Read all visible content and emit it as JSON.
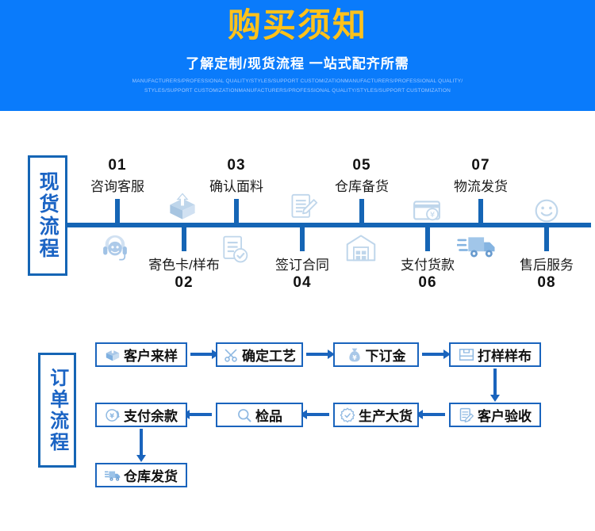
{
  "banner": {
    "title": "购买须知",
    "subtitle": "了解定制/现货流程 一站式配齐所需",
    "english": "MANUFACTURERS/PROFESSIONAL QUALITY/STYLES/SUPPORT CUSTOMIZATIONMANUFACTURERS/PROFESSIONAL QUALITY/STYLES/SUPPORT CUSTOMIZATIONMANUFACTURERS/PROFESSIONAL QUALITY/STYLES/SUPPORT CUSTOMIZATION",
    "bg_color": "#0a7bfb",
    "title_color": "#ffc21b"
  },
  "stock_flow": {
    "side_label": "现货流程",
    "accent_color": "#1565b5",
    "steps": [
      {
        "num": "01",
        "name": "咨询客服",
        "icon": "headset-support-icon",
        "position": "above"
      },
      {
        "num": "02",
        "name": "寄色卡/样布",
        "icon": "open-box-icon",
        "position": "below"
      },
      {
        "num": "03",
        "name": "确认面料",
        "icon": "document-check-icon",
        "position": "above"
      },
      {
        "num": "04",
        "name": "签订合同",
        "icon": "contract-pen-icon",
        "position": "below"
      },
      {
        "num": "05",
        "name": "仓库备货",
        "icon": "warehouse-icon",
        "position": "above"
      },
      {
        "num": "06",
        "name": "支付货款",
        "icon": "payment-card-icon",
        "position": "below"
      },
      {
        "num": "07",
        "name": "物流发货",
        "icon": "delivery-truck-icon",
        "position": "above"
      },
      {
        "num": "08",
        "name": "售后服务",
        "icon": "smiley-face-icon",
        "position": "below"
      }
    ]
  },
  "order_flow": {
    "side_label": "订单流程",
    "accent_color": "#1a64bd",
    "steps": [
      {
        "label": "客户来样",
        "icon": "sample-box-icon"
      },
      {
        "label": "确定工艺",
        "icon": "scissors-icon"
      },
      {
        "label": "下订金",
        "icon": "money-bag-icon"
      },
      {
        "label": "打样样布",
        "icon": "fabric-swatch-icon"
      },
      {
        "label": "客户验收",
        "icon": "inspection-doc-icon"
      },
      {
        "label": "生产大货",
        "icon": "gear-check-icon"
      },
      {
        "label": "检品",
        "icon": "magnifier-icon"
      },
      {
        "label": "支付余款",
        "icon": "yuan-refund-icon"
      },
      {
        "label": "仓库发货",
        "icon": "warehouse-truck-icon"
      }
    ]
  }
}
